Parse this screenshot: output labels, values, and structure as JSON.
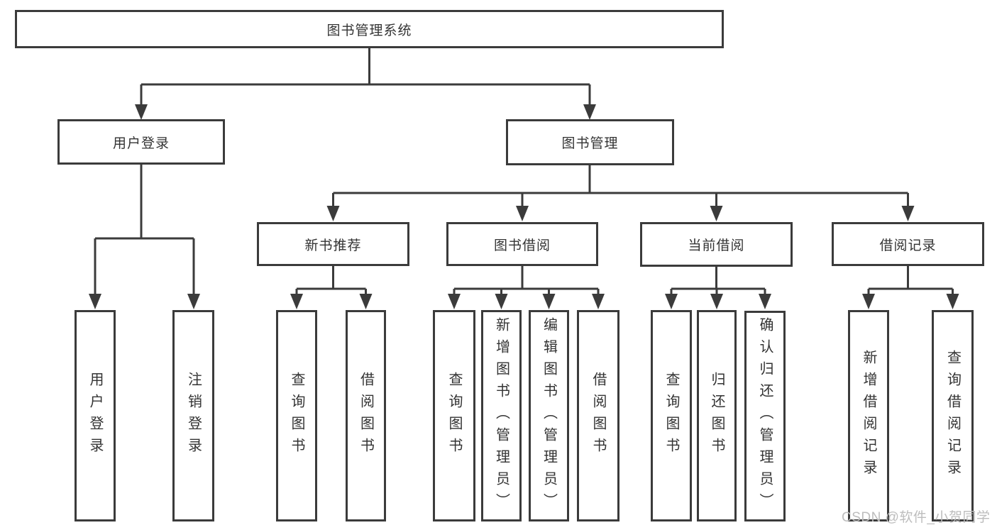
{
  "tree": {
    "label": "图书管理系统",
    "children": [
      {
        "label": "用户登录",
        "children": [
          {
            "label": "用户登录"
          },
          {
            "label": "注销登录"
          }
        ]
      },
      {
        "label": "图书管理",
        "children": [
          {
            "label": "新书推荐",
            "children": [
              {
                "label": "查询图书"
              },
              {
                "label": "借阅图书"
              }
            ]
          },
          {
            "label": "图书借阅",
            "children": [
              {
                "label": "查询图书"
              },
              {
                "label": "新增图书（管理员）"
              },
              {
                "label": "编辑图书（管理员）"
              },
              {
                "label": "借阅图书"
              }
            ]
          },
          {
            "label": "当前借阅",
            "children": [
              {
                "label": "查询图书"
              },
              {
                "label": "归还图书"
              },
              {
                "label": "确认归还（管理员）"
              }
            ]
          },
          {
            "label": "借阅记录",
            "children": [
              {
                "label": "新增借阅记录"
              },
              {
                "label": "查询借阅记录"
              }
            ]
          }
        ]
      }
    ]
  },
  "watermark": "CSDN @软件_小贺同学",
  "colors": {
    "line": "#3b3b3b",
    "text": "#333333",
    "watermark": "#bdbdbd"
  }
}
